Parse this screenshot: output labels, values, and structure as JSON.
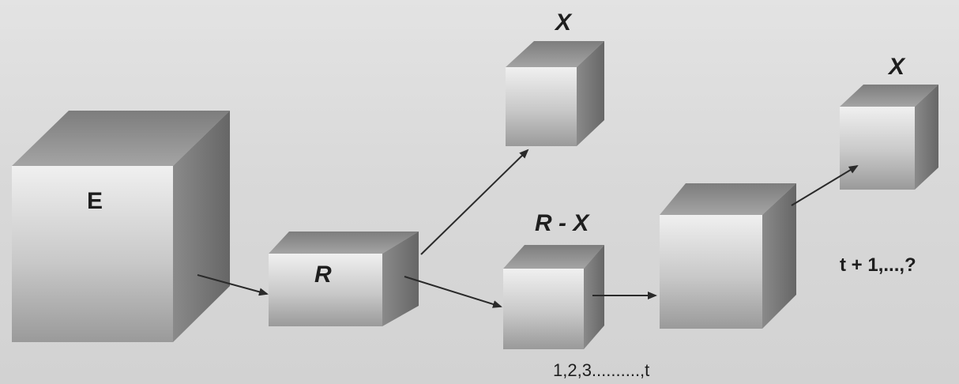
{
  "labels": {
    "cube_e": "E",
    "cube_r": "R",
    "cube_x_top": "X",
    "cube_rx": "R - X",
    "cube_x_right": "X",
    "seq_start": "1,2,3..........,t",
    "seq_next": "t + 1,...,?"
  },
  "colors": {
    "front_light": "#ececec",
    "front_dark": "#9a9a9a",
    "top_face": "#8f8f8f",
    "side_face": "#787878",
    "edge": "#b5b5b5",
    "arrow": "#2a2a2a"
  }
}
